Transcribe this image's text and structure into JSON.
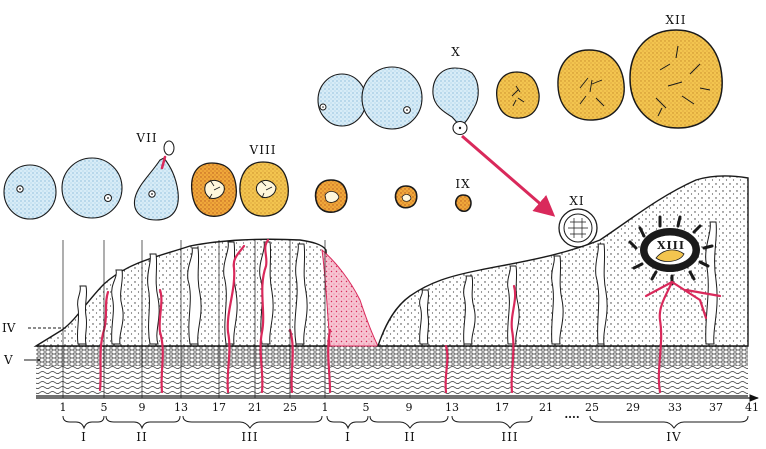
{
  "figure": {
    "stage_labels": [
      "VII",
      "VIII",
      "IX",
      "X",
      "XI",
      "XII",
      "XIII"
    ],
    "side_labels": [
      "IV",
      "V"
    ],
    "day_ticks": [
      "1",
      "5",
      "9",
      "13",
      "17",
      "21",
      "25",
      "1",
      "5",
      "9",
      "13",
      "17",
      "21",
      "25",
      "29",
      "33",
      "37",
      "41"
    ],
    "continuation_marker": "....",
    "phase_labels": [
      "I",
      "II",
      "III",
      "I",
      "II",
      "III",
      "IV"
    ],
    "colors": {
      "follicle_blue": "#cfe6f3",
      "corpus_luteum_yellow": "#f2c24a",
      "vessel_red": "#d9295b",
      "tissue_pink": "#f2b6c6",
      "line": "#1a1a1a"
    }
  }
}
